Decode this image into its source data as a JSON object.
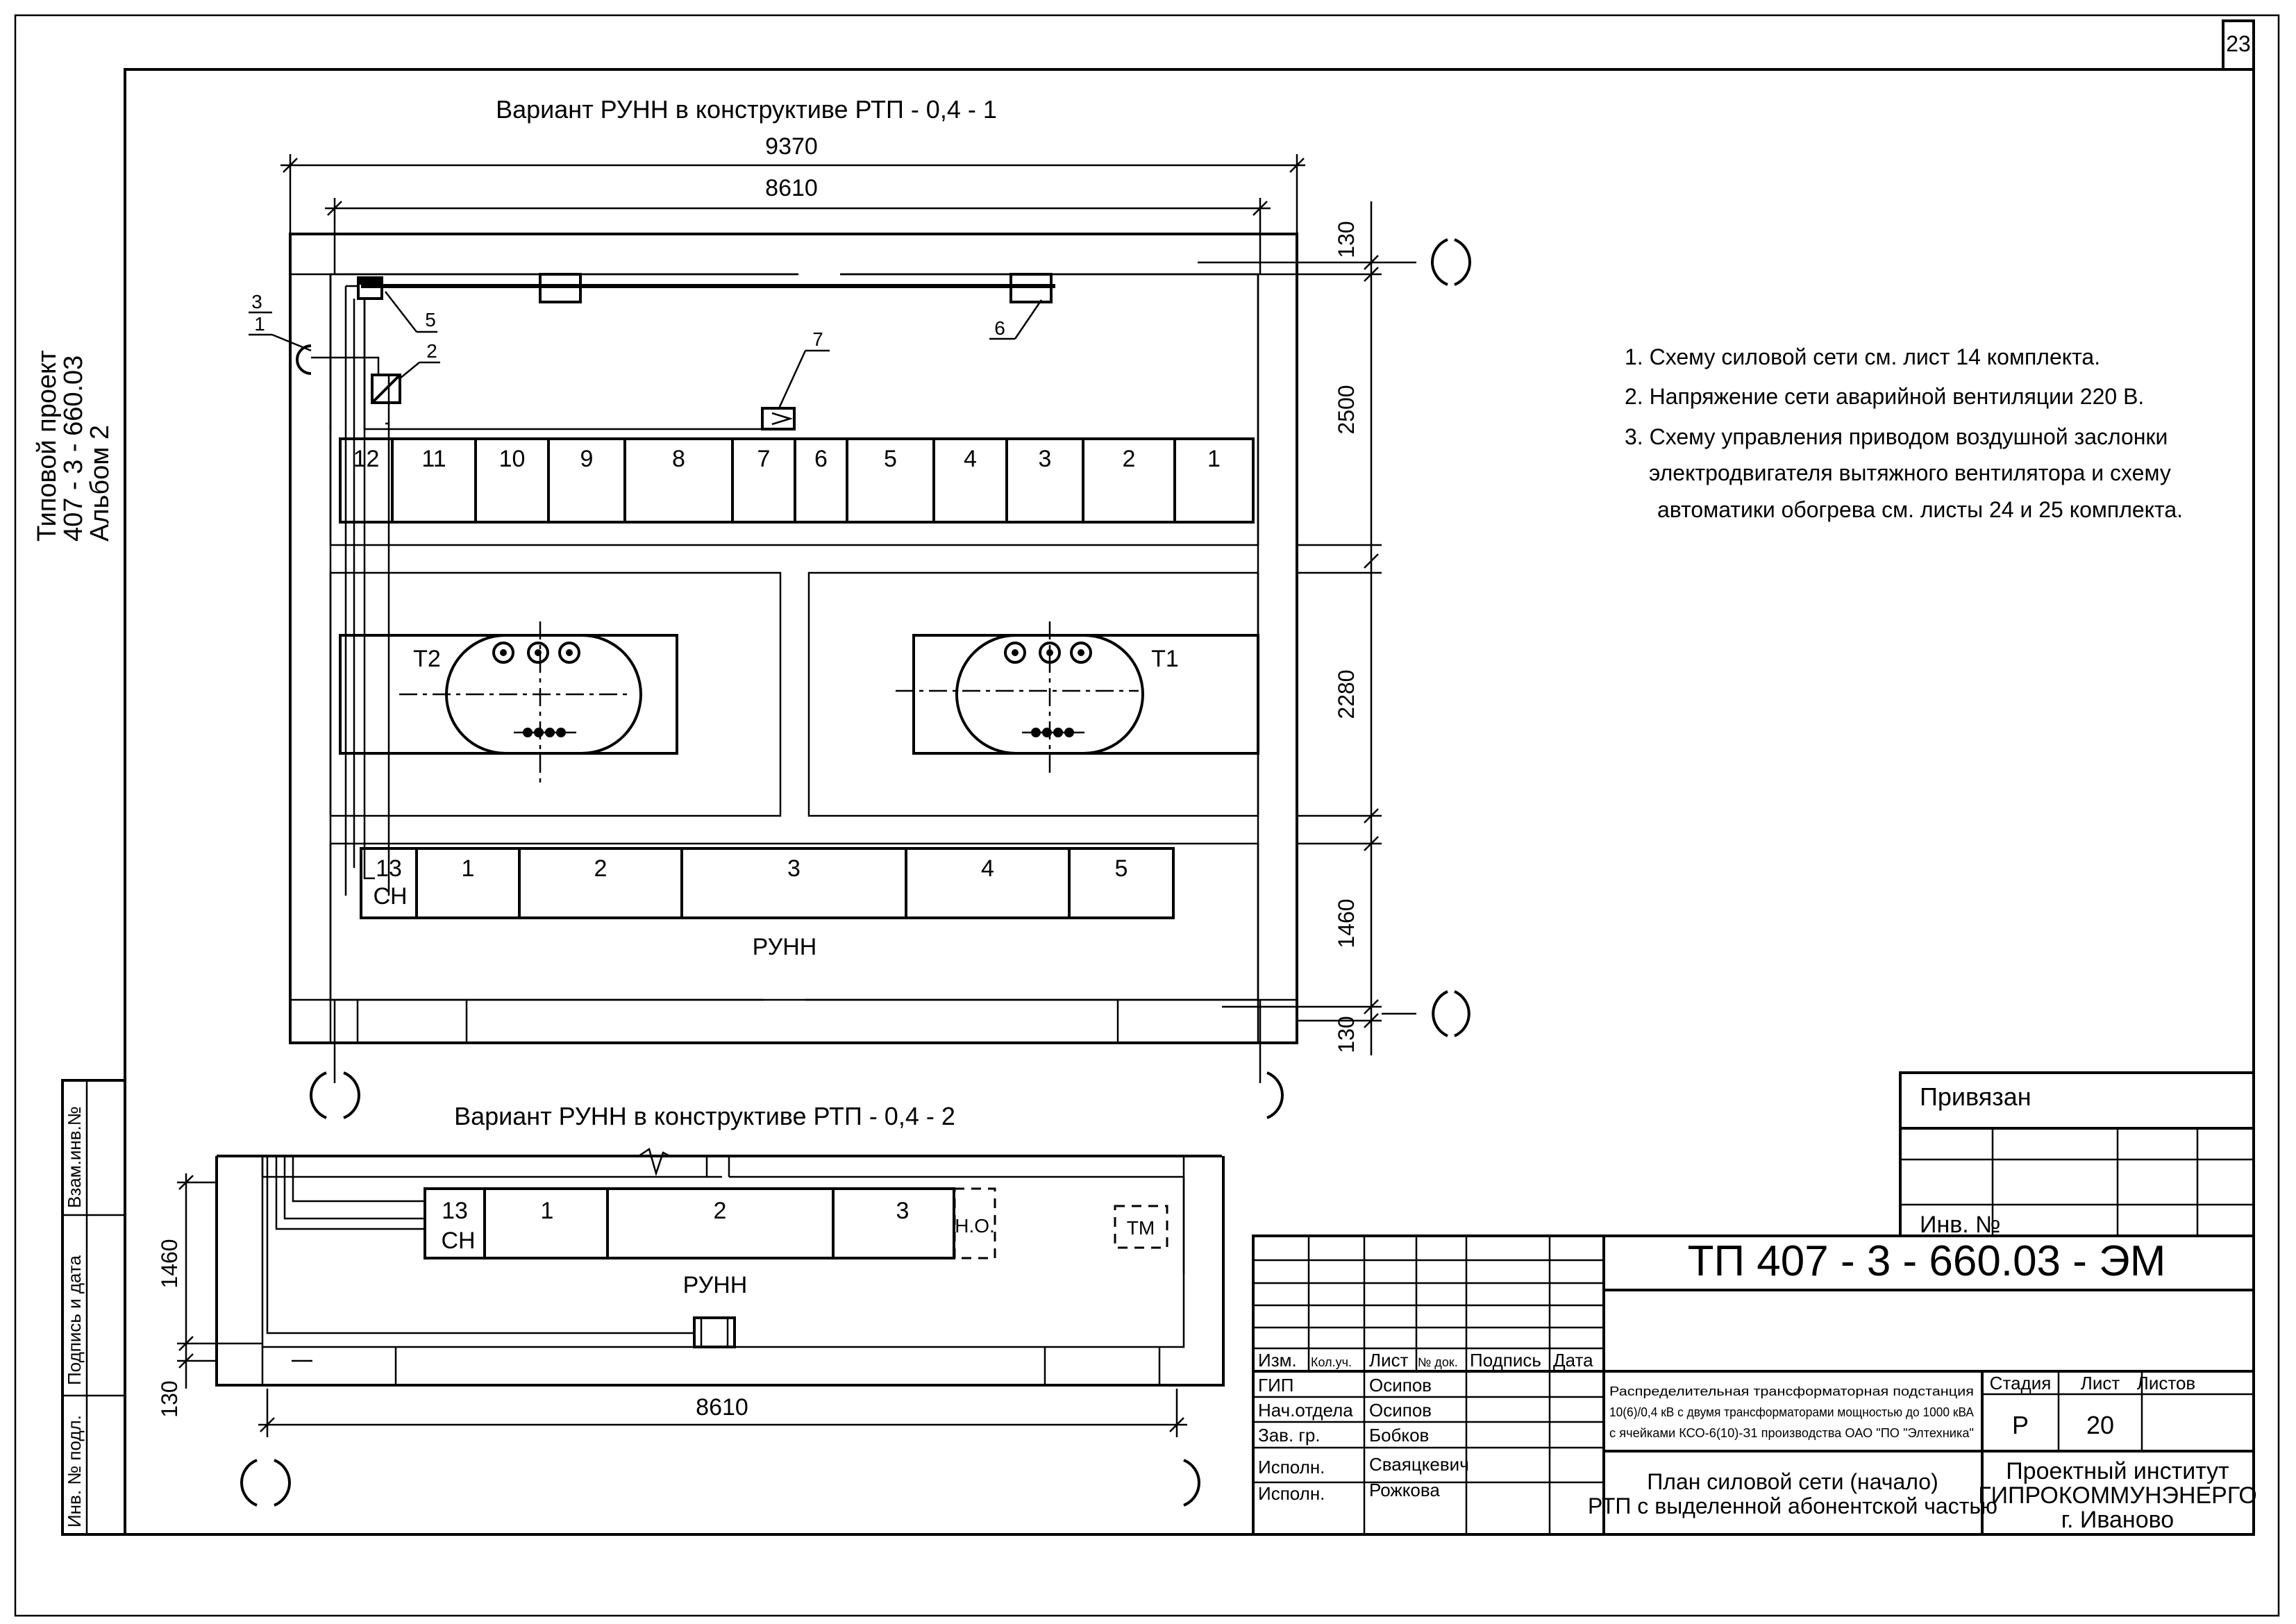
{
  "sheet": {
    "number": "23",
    "side_title": [
      "Типовой проект",
      "407 - 3 - 660.03",
      "Альбом  2"
    ]
  },
  "variant1": {
    "title": "Вариант РУНН в конструктиве РТП - 0,4 - 1",
    "dim_total": "9370",
    "dim_inner": "8610",
    "dims_right": [
      "130",
      "2500",
      "2280",
      "1460",
      "130"
    ],
    "upper_panels": [
      "12",
      "11",
      "10",
      "9",
      "8",
      "7",
      "6",
      "5",
      "4",
      "3",
      "2",
      "1"
    ],
    "lower_panels": [
      "13",
      "СН",
      "1",
      "2",
      "3",
      "4",
      "5"
    ],
    "runn_label": "РУНН",
    "transformers": [
      "Т2",
      "Т1"
    ],
    "callouts": [
      "3",
      "1",
      "5",
      "2",
      "7",
      "6"
    ]
  },
  "variant2": {
    "title": "Вариант РУНН в конструктиве РТП - 0,4 - 2",
    "panels": [
      "13",
      "СН",
      "1",
      "2",
      "3"
    ],
    "no_label": "Н.О.",
    "tm_label": "ТМ",
    "runn_label": "РУНН",
    "dim_height": "1460",
    "dim_side": "130",
    "dim_width": "8610"
  },
  "notes": [
    "1.  Схему силовой сети см. лист 14 комплекта.",
    "2.  Напряжение сети аварийной вентиляции 220 В.",
    "3.  Схему управления приводом воздушной заслонки",
    "электродвигателя вытяжного вентилятора и схему",
    "автоматики обогрева см. листы 24 и 25 комплекта."
  ],
  "left_stamp": [
    "Взам.инв.№",
    "Подпись и дата",
    "Инв. № подл."
  ],
  "approval": {
    "title": "Привязан",
    "inv_label": "Инв. №"
  },
  "title_block": {
    "doc_code": "ТП  407 - 3 - 660.03 - ЭМ",
    "col_headers": [
      "Изм.",
      "Кол.уч.",
      "Лист",
      "№ док.",
      "Подпись",
      "Дата"
    ],
    "roles": [
      "ГИП",
      "Нач.отдела",
      "Зав. гр.",
      "Исполн.",
      "Исполн."
    ],
    "names": [
      "Осипов",
      "Осипов",
      "Бобков",
      "Сваяцкевич",
      "Рожкова"
    ],
    "description": [
      "Распределительная трансформаторная подстанция",
      "10(6)/0,4 кВ с двумя трансформаторами мощностью  до 1000 кВА",
      "с ячейками КСО-6(10)-З1 производства ОАО \"ПО \"Элтехника\""
    ],
    "stage_headers": [
      "Стадия",
      "Лист",
      "Листов"
    ],
    "stage": "Р",
    "sheet": "20",
    "sheets_total": "",
    "drawing_title": [
      "План силовой сети (начало)",
      "РТП с выделенной абонентской частью"
    ],
    "org": [
      "Проектный институт",
      "ГИПРОКОММУНЭНЕРГО",
      "г. Иваново"
    ]
  }
}
